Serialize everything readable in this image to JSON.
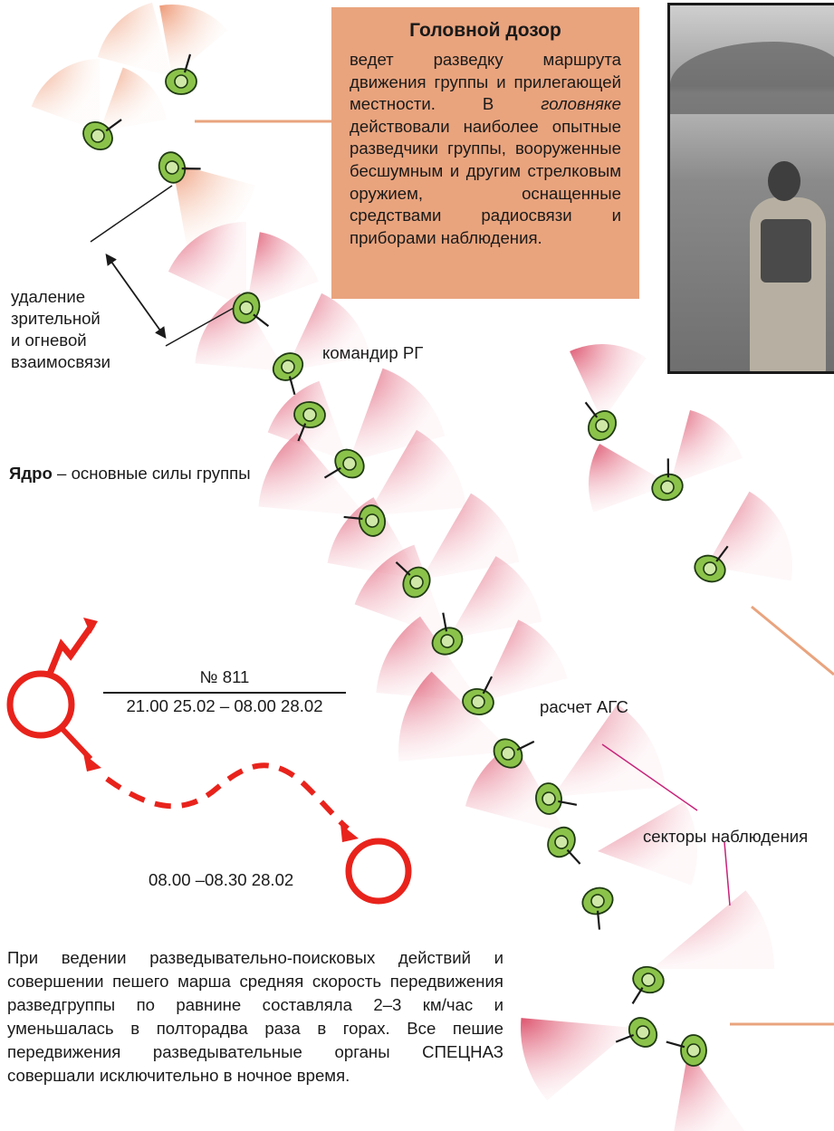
{
  "head_patrol": {
    "title": "Головной дозор",
    "text_before": "ведет разведку маршрута движения группы и приле­гающей местности. В ",
    "text_italic": "голо­вняке",
    "text_after": " действовали наибо­лее опытные разведчики группы, вооруженные бес­шумным и другим стрелко­вым оружием, оснащенные средствами радиосвязи и приборами наблюдения."
  },
  "labels": {
    "distance": [
      "удаление",
      "зрительной",
      "и огневой",
      "взаимосвязи"
    ],
    "commander": "командир РГ",
    "core_bold": "Ядро",
    "core_rest": " – основные силы группы",
    "ags_crew": "расчет АГС",
    "sectors": "секторы наблюдения"
  },
  "route": {
    "number": "№ 811",
    "time_start": "21.00 25.02 – 08.00 28.02",
    "time_end": "08.00 –08.30 28.02"
  },
  "paragraph": "При ведении разведывательно-поисковых дейст­вий и совершении пешего марша средняя ско­рость передвижения разведгруппы по равнине со­ставляла 2–3 км/час и уменьшалась в полтора­два раза в горах. Все пешие передвижения разве­дывательные органы СПЕЦНАЗ совершали ис­ключительно в ночное время.",
  "colors": {
    "sector_red": "#d42a4a",
    "sector_orange": "#e8784a",
    "route_red": "#e8231c",
    "leader_line": "#e9a47e",
    "sector_pointer": "#c8237a",
    "soldier_green": "#8bc34a",
    "box_fill": "#e9a47e"
  },
  "icons": [
    "soldier-icon",
    "route-start-circle",
    "route-end-circle",
    "lightning-arrow-icon"
  ]
}
